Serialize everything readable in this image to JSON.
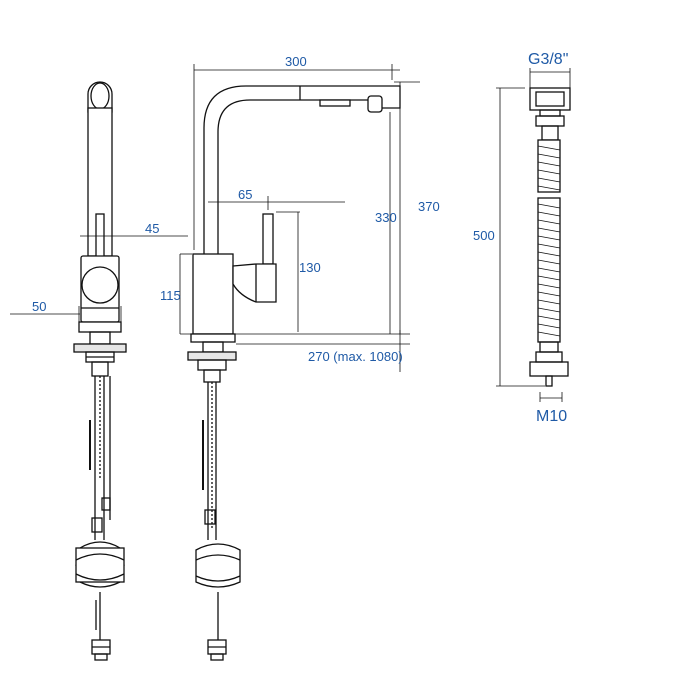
{
  "dimensions": {
    "spout_reach": "300",
    "total_height": "370",
    "spout_height": "330",
    "lever_offset": "65",
    "body_width_side": "45",
    "base_width_side": "50",
    "lever_height": "130",
    "body_height": "115",
    "hose_length": "270 (max. 1080)",
    "supply_hose_length": "500",
    "thread_top": "G3/8\"",
    "thread_bottom": "M10"
  },
  "colors": {
    "line": "#111111",
    "dimension": "#1f5aa6"
  }
}
